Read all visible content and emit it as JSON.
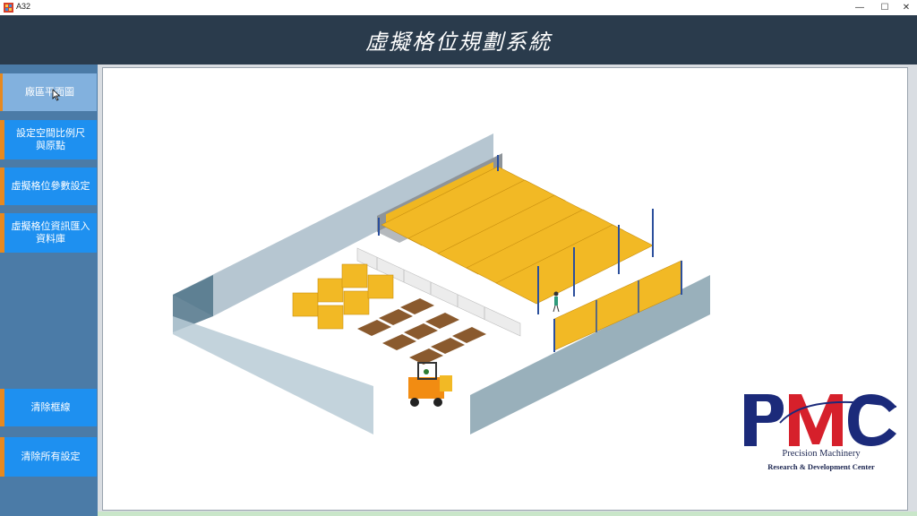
{
  "window": {
    "title": "A32",
    "minimize": "—",
    "maximize": "☐",
    "close": "✕"
  },
  "header": {
    "title": "虛擬格位規劃系統"
  },
  "sidebar": {
    "items": [
      {
        "label": "廠區平面圖"
      },
      {
        "label": "設定空間比例尺\n與原點"
      },
      {
        "label": "虛擬格位參數設定"
      },
      {
        "label": "虛擬格位資訊匯入\n資料庫"
      },
      {
        "label": "清除框線"
      },
      {
        "label": "清除所有設定"
      }
    ]
  },
  "logo": {
    "letters": "PMC",
    "line1": "Precision Machinery",
    "line2": "Research & Development Center",
    "colors": {
      "navy": "#1b2a7a",
      "red": "#d6202b"
    }
  },
  "colors": {
    "header": "#2a3b4c",
    "sidebar": "#4b7ba7",
    "button": "#1e90f0",
    "button_selected": "#82b1de",
    "accent": "#e8891e"
  }
}
